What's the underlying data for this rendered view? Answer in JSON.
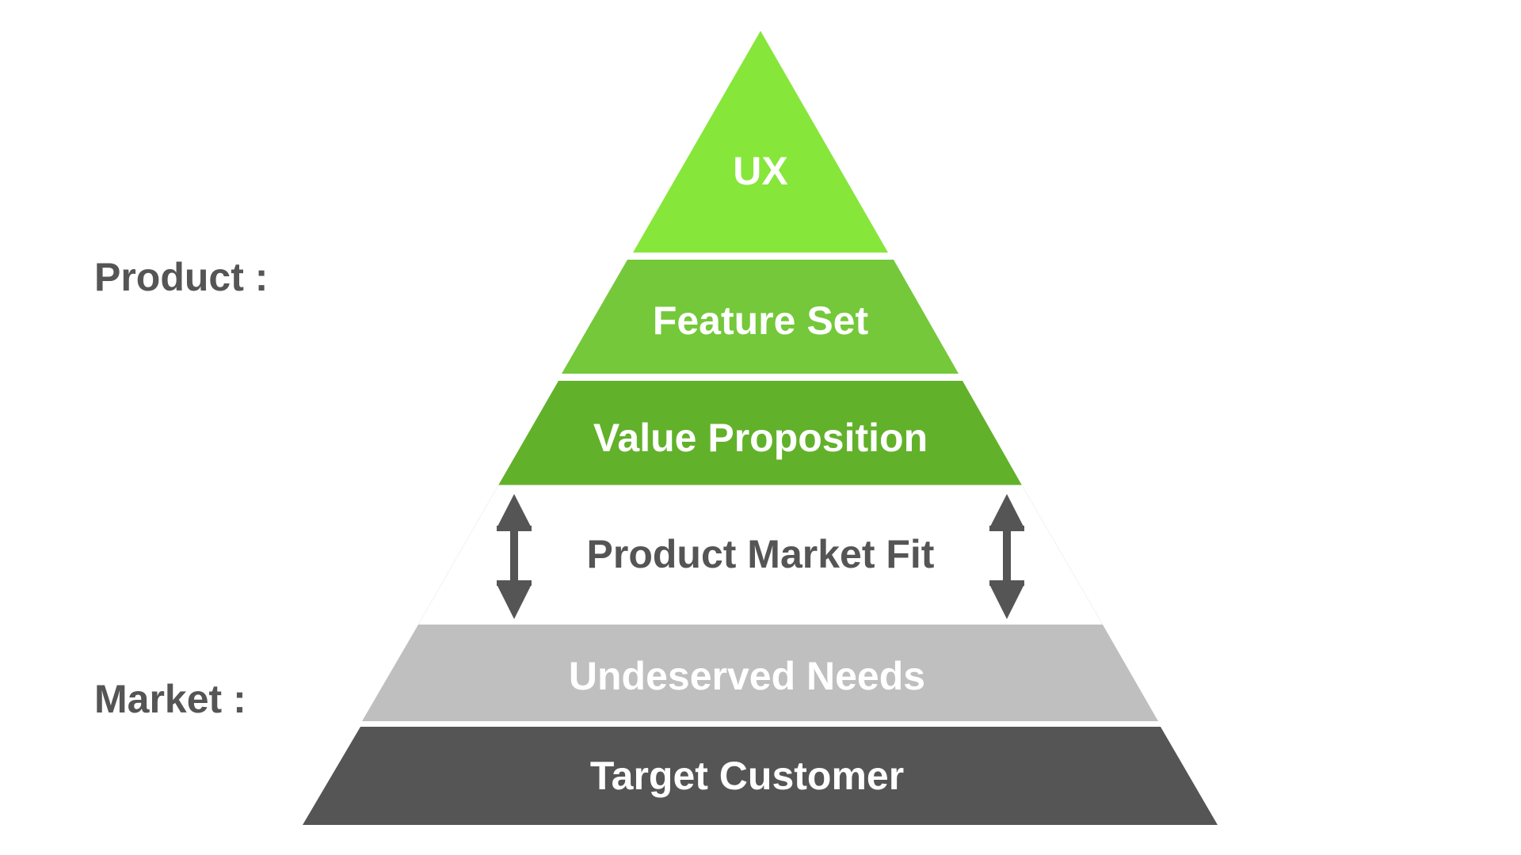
{
  "side_labels": {
    "product": "Product :",
    "market": "Market :"
  },
  "layers": {
    "ux": "UX",
    "feature_set": "Feature Set",
    "value_proposition": "Value Proposition",
    "product_market_fit": "Product Market Fit",
    "undeserved_needs": "Undeserved Needs",
    "target_customer": "Target Customer"
  },
  "colors": {
    "ux": "#86e63a",
    "feature_set": "#74c83a",
    "value_proposition": "#62b12a",
    "undeserved_needs": "#bfbfbf",
    "target_customer": "#555555",
    "dark_text": "#555555",
    "light_text": "#ffffff",
    "arrow": "#555555"
  },
  "icons": {
    "left_arrow": "double-arrow-vertical-icon",
    "right_arrow": "double-arrow-vertical-icon"
  }
}
